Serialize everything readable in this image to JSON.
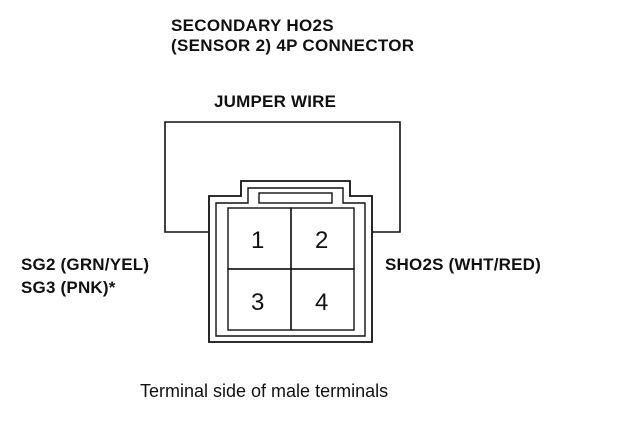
{
  "title": {
    "line1": "SECONDARY HO2S",
    "line2": "(SENSOR 2) 4P CONNECTOR"
  },
  "jumper_wire_label": "JUMPER WIRE",
  "connector": {
    "terminals": [
      "1",
      "2",
      "3",
      "4"
    ]
  },
  "left_labels": {
    "line1": "SG2 (GRN/YEL)",
    "line2": "SG3 (PNK)*"
  },
  "right_label": "SHO2S (WHT/RED)",
  "caption": "Terminal side of male terminals"
}
